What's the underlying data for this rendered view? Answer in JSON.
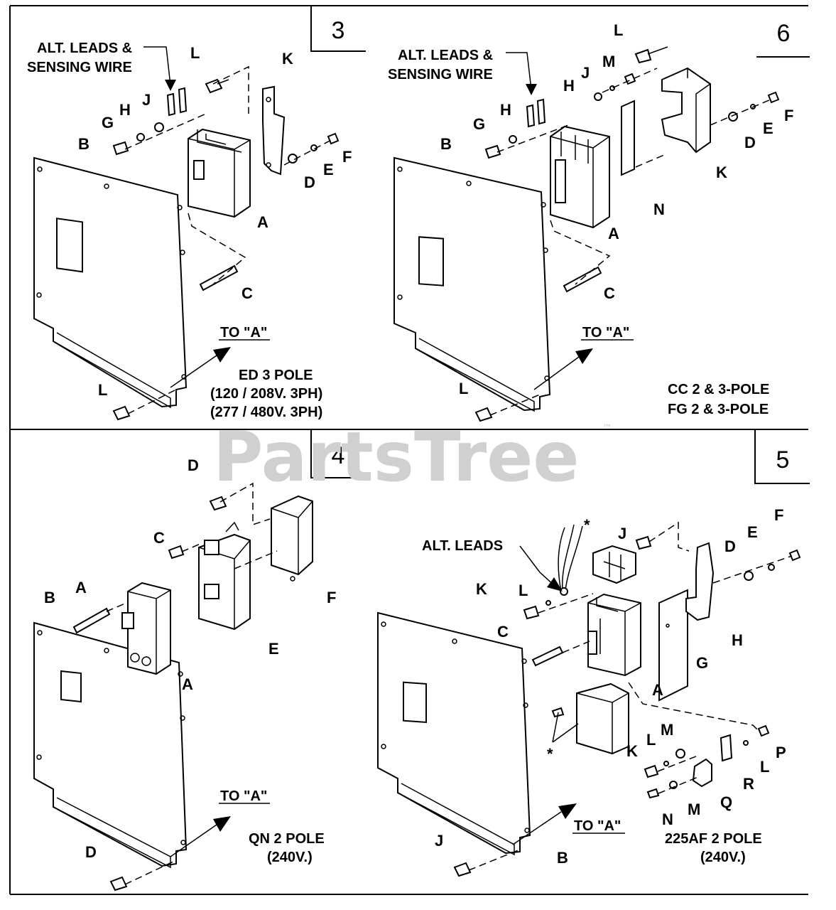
{
  "watermark": {
    "text": "PartsTree",
    "trademark": "™"
  },
  "panels": [
    {
      "number": "3",
      "callout": "ALT. LEADS &\nSENSING WIRE",
      "arrow_label": "TO \"A\"",
      "caption": "ED 3 POLE\n(120 / 208V. 3PH)\n(277 / 480V. 3PH)",
      "parts": [
        "L",
        "K",
        "G",
        "H",
        "J",
        "B",
        "D",
        "E",
        "F",
        "A",
        "C",
        "L"
      ]
    },
    {
      "number": "6",
      "callout": "ALT. LEADS &\nSENSING WIRE",
      "arrow_label": "TO \"A\"",
      "caption": "CC 2 & 3-POLE\nFG 2 & 3-POLE",
      "parts": [
        "L",
        "M",
        "J",
        "H",
        "G",
        "H",
        "B",
        "F",
        "E",
        "D",
        "K",
        "N",
        "A",
        "C",
        "L"
      ]
    },
    {
      "number": "4",
      "arrow_label": "TO \"A\"",
      "caption": "QN 2 POLE\n(240V.)",
      "parts": [
        "D",
        "C",
        "A",
        "B",
        "F",
        "E",
        "A",
        "D"
      ]
    },
    {
      "number": "5",
      "callout": "ALT. LEADS",
      "arrow_label": "TO \"A\"",
      "caption": "225AF 2 POLE\n(240V.)",
      "parts": [
        "J",
        "F",
        "E",
        "D",
        "*",
        "L",
        "K",
        "C",
        "H",
        "G",
        "A",
        "*",
        "K",
        "L",
        "M",
        "P",
        "L",
        "R",
        "Q",
        "M",
        "N",
        "J",
        "B"
      ]
    }
  ]
}
